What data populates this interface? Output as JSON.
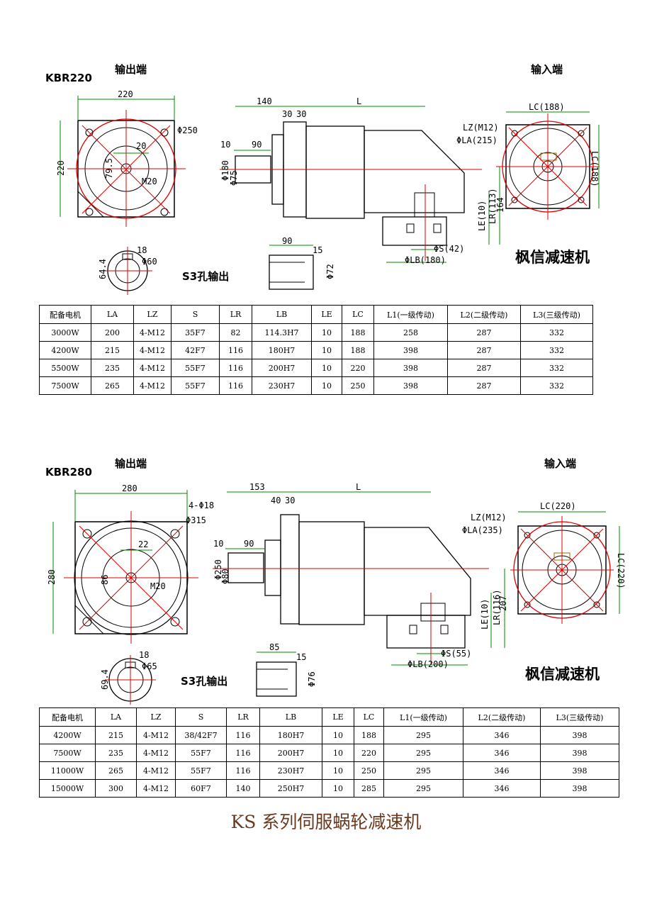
{
  "sections": [
    {
      "model": "KBR220",
      "output_end": "输出端",
      "input_end": "输入端",
      "brand": "枫信减速机",
      "s3_label": "S3孔输出",
      "dims": {
        "flange_w": "220",
        "flange_h": "220",
        "pcd": "Φ250",
        "key": "20",
        "shaft_h": "79.5",
        "thread": "M20",
        "a": "140",
        "gap": "30",
        "gap2": "30",
        "len": "L",
        "shoulder": "10",
        "shaft_len": "90",
        "spigot": "Φ180",
        "shaft_d": "Φ75",
        "le": "LE(10)",
        "lr": "LR(113)",
        "h": "164",
        "s": "ΦS(42)",
        "lb": "ΦLB(180)",
        "lz": "LZ(M12)",
        "la": "ΦLA(215)",
        "lc_top": "LC(188)",
        "lc_side": "LC(188)",
        "key2": "18",
        "bore": "Φ60",
        "depth": "64.4",
        "sleeve_len": "90",
        "sleeve_step": "15",
        "sleeve_d": "Φ72"
      },
      "table": {
        "headers": [
          "配备电机",
          "LA",
          "LZ",
          "S",
          "LR",
          "LB",
          "LE",
          "LC",
          "L1(一级传动)",
          "L2(二级传动)",
          "L3(三级传动)"
        ],
        "rows": [
          [
            "3000W",
            "200",
            "4-M12",
            "35F7",
            "82",
            "114.3H7",
            "10",
            "188",
            "258",
            "287",
            "332"
          ],
          [
            "4200W",
            "215",
            "4-M12",
            "42F7",
            "116",
            "180H7",
            "10",
            "188",
            "398",
            "287",
            "332"
          ],
          [
            "5500W",
            "235",
            "4-M12",
            "55F7",
            "116",
            "200H7",
            "10",
            "220",
            "398",
            "287",
            "332"
          ],
          [
            "7500W",
            "265",
            "4-M12",
            "55F7",
            "116",
            "230H7",
            "10",
            "250",
            "398",
            "287",
            "332"
          ]
        ]
      }
    },
    {
      "model": "KBR280",
      "output_end": "输出端",
      "input_end": "输入端",
      "brand": "枫信减速机",
      "s3_label": "S3孔输出",
      "dims": {
        "flange_w": "280",
        "flange_h": "280",
        "bolts": "4-Φ18",
        "pcd": "Φ315",
        "key": "22",
        "shaft_h": "86",
        "thread": "M20",
        "a": "153",
        "gap": "40",
        "gap2": "30",
        "len": "L",
        "shoulder": "10",
        "shaft_len": "90",
        "spigot": "Φ250",
        "shaft_d": "Φ80",
        "le": "LE(10)",
        "lr": "LR(116)",
        "h": "207",
        "s": "ΦS(55)",
        "lb": "ΦLB(200)",
        "lz": "LZ(M12)",
        "la": "ΦLA(235)",
        "lc_top": "LC(220)",
        "lc_side": "LC(220)",
        "key2": "18",
        "bore": "Φ65",
        "depth": "69.4",
        "sleeve_len": "85",
        "sleeve_step": "15",
        "sleeve_d": "Φ76"
      },
      "table": {
        "headers": [
          "配备电机",
          "LA",
          "LZ",
          "S",
          "LR",
          "LB",
          "LE",
          "LC",
          "L1(一级传动)",
          "L2(二级传动)",
          "L3(三级传动)"
        ],
        "rows": [
          [
            "4200W",
            "215",
            "4-M12",
            "38/42F7",
            "116",
            "180H7",
            "10",
            "188",
            "295",
            "346",
            "398"
          ],
          [
            "7500W",
            "235",
            "4-M12",
            "55F7",
            "116",
            "200H7",
            "10",
            "220",
            "295",
            "346",
            "398"
          ],
          [
            "11000W",
            "265",
            "4-M12",
            "55F7",
            "116",
            "230H7",
            "10",
            "250",
            "295",
            "346",
            "398"
          ],
          [
            "15000W",
            "300",
            "4-M12",
            "60F7",
            "140",
            "250H7",
            "10",
            "285",
            "295",
            "346",
            "398"
          ]
        ]
      }
    }
  ],
  "footer_title": "KS 系列伺服蜗轮减速机",
  "colors": {
    "dimension": "#008000",
    "centerline": "#ff0000",
    "outline": "#000000",
    "title": "#6b3a1e"
  }
}
